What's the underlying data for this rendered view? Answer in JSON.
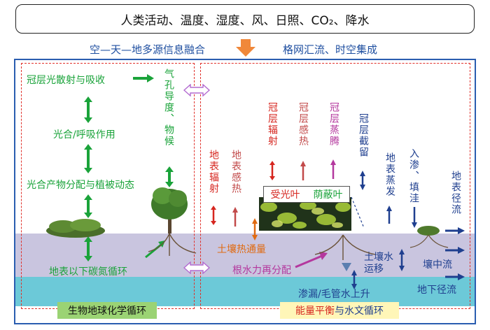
{
  "header": {
    "drivers": "人类活动、温度、湿度、风、日照、CO₂、降水"
  },
  "subheader": {
    "left": "空—天—地多源信息融合",
    "right": "格网汇流、时空集成"
  },
  "bio": {
    "canopy_scatter": "冠层光散射与吸收",
    "stomata": "气孔导度、物候",
    "photosynthesis": "光合/呼吸作用",
    "allocation": "光合产物分配与植被动态",
    "carbon_nitrogen": "地表以下碳氮循环",
    "legend": "生物地球化学循环"
  },
  "energy": {
    "surface_radiation": "地表辐射",
    "surface_sensible": "地表感热",
    "canopy_radiation": "冠层辐射",
    "canopy_sensible": "冠层感热",
    "canopy_transpiration": "冠层蒸腾",
    "canopy_interception": "冠层截留",
    "surface_evaporation": "地表蒸发",
    "infiltration": "入渗、填洼",
    "surface_runoff": "地表径流",
    "sunlit_leaf": "受光叶",
    "shaded_leaf": "荫蔽叶",
    "soil_heat": "土壤热通量",
    "root_water": "根水力再分配",
    "soil_water": "土壤水运移",
    "interflow": "壤中流",
    "percolation": "渗漏/毛管水上升",
    "groundwater_runoff": "地下径流",
    "legend_part1": "能量平衡",
    "legend_part2": "与水文循环"
  },
  "colors": {
    "green": "#1aa33a",
    "red": "#d6261f",
    "magenta": "#b4389e",
    "blue": "#1f3f8f",
    "orange": "#e06a10"
  }
}
